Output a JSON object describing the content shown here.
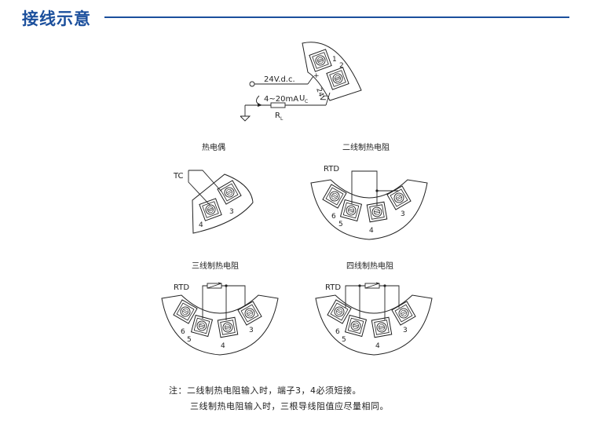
{
  "header": {
    "title": "接线示意"
  },
  "power": {
    "supply": "24V.d.c.",
    "current": "4~20mA",
    "uc": "U",
    "uc_sub": "C",
    "rl": "R",
    "rl_sub": "L",
    "t1": "1",
    "t2": "2",
    "plus": "+",
    "tag": "24V",
    "minus": "−"
  },
  "diagrams": {
    "tc": {
      "title": "热电偶",
      "probe": "TC",
      "t3": "3",
      "t4": "4"
    },
    "rtd2": {
      "title": "二线制热电阻",
      "probe": "RTD",
      "t3": "3",
      "t4": "4",
      "t5": "5",
      "t6": "6"
    },
    "rtd3": {
      "title": "三线制热电阻",
      "probe": "RTD",
      "t3": "3",
      "t4": "4",
      "t5": "5",
      "t6": "6"
    },
    "rtd4": {
      "title": "四线制热电阻",
      "probe": "RTD",
      "t3": "3",
      "t4": "4",
      "t5": "5",
      "t6": "6"
    }
  },
  "notes": {
    "line1": "注：二线制热电阻输入时，端子3，4必须短接。",
    "line2": "三线制热电阻输入时，三根导线阻值应尽量相同。"
  }
}
